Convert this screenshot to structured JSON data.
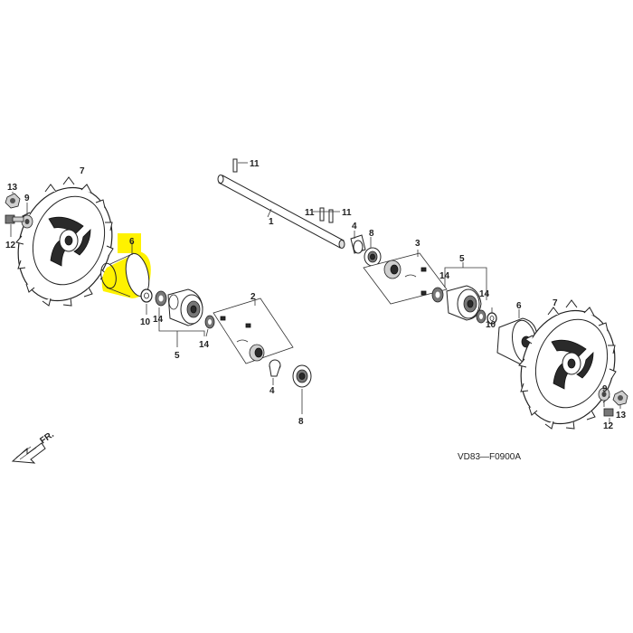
{
  "diagram": {
    "code": "VD83—F0900A",
    "front_label": "FR.",
    "highlight_color": "#FFF200",
    "callouts": {
      "shaft": "1",
      "bearing_box_right": "2",
      "bearing_box_left": "3",
      "collar_upper": "4",
      "collar_lower": "4",
      "gear_right": "5",
      "gear_left": "5",
      "cap_highlighted": "6",
      "cap_right": "6",
      "wheel_left": "7",
      "wheel_right": "7",
      "bearing_upper": "8",
      "bearing_lower": "8",
      "washer_left": "9",
      "washer_right": "9",
      "clip_left": "10",
      "clip_right": "10",
      "pin_top": "11",
      "pin_mid_a": "11",
      "pin_mid_b": "11",
      "bolt_left": "12",
      "bolt_right": "12",
      "nut_left": "13",
      "nut_right": "13",
      "ring_left_a": "14",
      "ring_left_b": "14",
      "ring_right_a": "14",
      "ring_right_b": "14"
    }
  }
}
